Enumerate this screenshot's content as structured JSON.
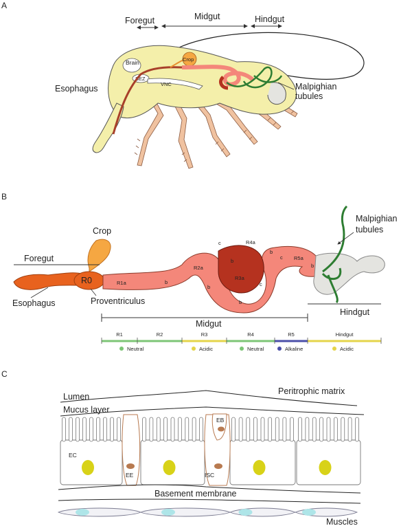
{
  "panels": {
    "a": "A",
    "b": "B",
    "c": "C"
  },
  "panel_a": {
    "foregut": "Foregut",
    "midgut": "Midgut",
    "hindgut": "Hindgut",
    "brain": "Brain",
    "crop": "Crop",
    "sez": "SEZ",
    "vnc": "VNC",
    "esophagus": "Esophagus",
    "malpighian_1": "Malpighian",
    "malpighian_2": "tubules"
  },
  "panel_b": {
    "crop": "Crop",
    "foregut": "Foregut",
    "r0": "R0",
    "esophagus": "Esophagus",
    "proventriculus": "Proventriculus",
    "midgut": "Midgut",
    "hindgut": "Hindgut",
    "malpighian_1": "Malpighian",
    "malpighian_2": "tubules",
    "seg_r1a": "R1a",
    "seg_b1": "b",
    "seg_r2a": "R2a",
    "seg_b2": "b",
    "seg_r3a": "R3a",
    "seg_b3": "b",
    "seg_c1": "c",
    "seg_b4": "b",
    "seg_c2": "c",
    "seg_r4a": "R4a",
    "seg_b5": "b",
    "seg_c3": "c",
    "seg_r5a": "R5a",
    "seg_b6": "b",
    "region_labels": [
      "R1",
      "R2",
      "R3",
      "R4",
      "R5",
      "Hindgut"
    ],
    "ph_labels": [
      "Neutral",
      "Acidic",
      "Neutral",
      "Alkaline",
      "Acidic"
    ],
    "colors": {
      "neutral": "#7cc576",
      "acidic": "#e5d44a",
      "alkaline": "#4a4fa8",
      "gut_light": "#f4877a",
      "gut_dark": "#b5321f",
      "crop": "#f5a742",
      "foregut": "#e8621e",
      "tubule": "#2e7d32"
    }
  },
  "panel_c": {
    "lumen": "Lumen",
    "peritrophic": "Peritrophic matrix",
    "mucus": "Mucus layer",
    "ec": "EC",
    "ee": "EE",
    "eb": "EB",
    "isc": "ISC",
    "basement": "Basement membrane",
    "muscles": "Muscles"
  }
}
